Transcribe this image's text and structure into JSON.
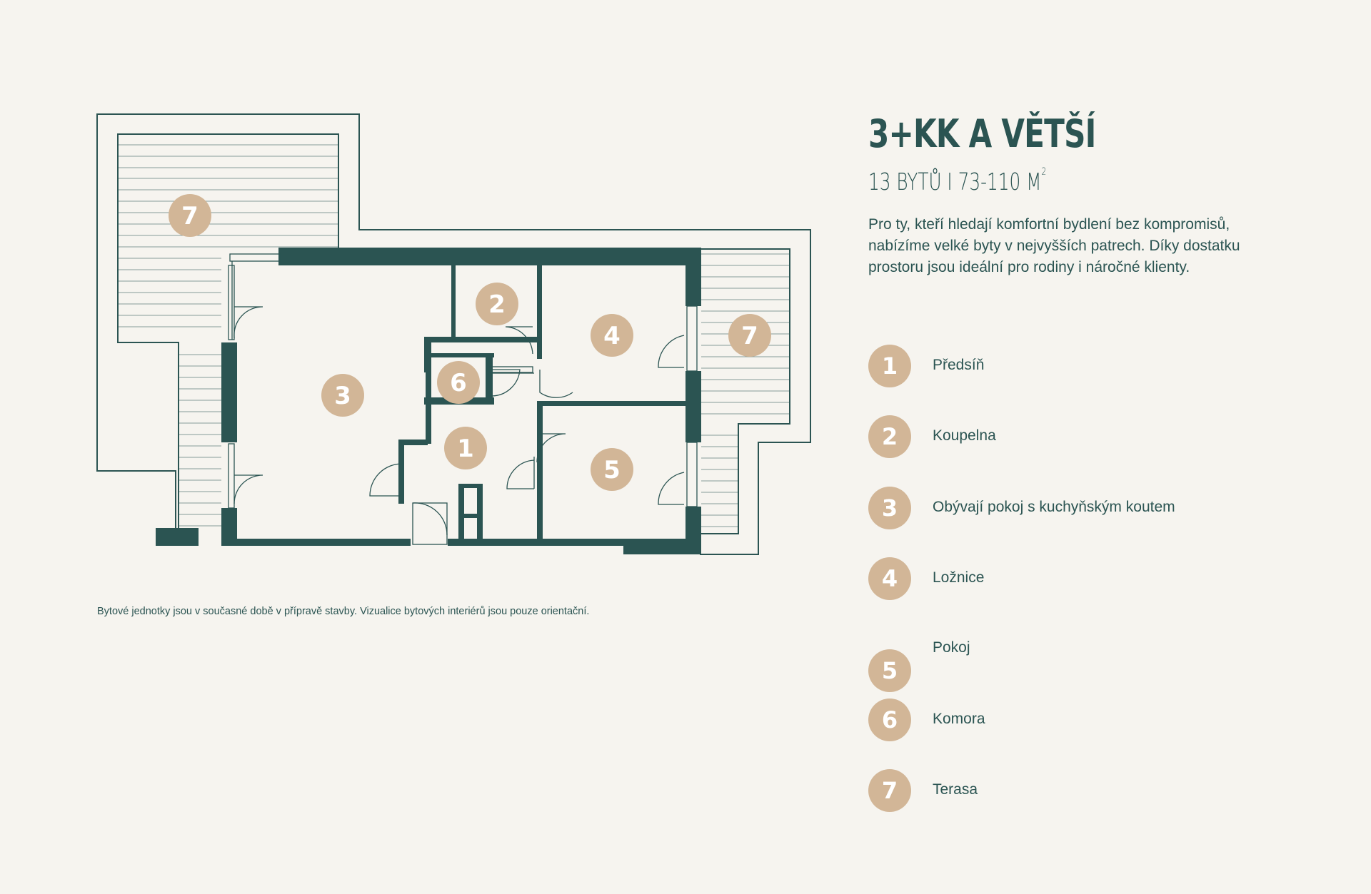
{
  "title": "3+KK A VĚTŠÍ",
  "subtitle": "13 BYTŮ I 73-110 M",
  "subtitle_sup": "2",
  "description": "Pro ty, kteří hledají komfortní bydlení bez kompromisů, nabízíme velké byty v nejvyšších patrech. Díky dostatku prostoru jsou ideální pro rodiny i náročné klienty.",
  "disclaimer": "Bytové jednotky jsou v současné době v přípravě stavby. Vizualice bytových interiérů jsou pouze orientační.",
  "colors": {
    "background": "#f6f4ef",
    "wall": "#2b5452",
    "badge": "#d2b697",
    "text": "#2b5452"
  },
  "plan_badges": [
    "7",
    "3",
    "2",
    "6",
    "4",
    "7",
    "1",
    "5"
  ],
  "legend": [
    {
      "num": "1",
      "label": "Předsíň"
    },
    {
      "num": "2",
      "label": "Koupelna"
    },
    {
      "num": "3",
      "label": "Obývají pokoj s kuchyňským koutem"
    },
    {
      "num": "4",
      "label": "Ložnice"
    },
    {
      "num": "5",
      "label": "Pokoj"
    },
    {
      "num": "6",
      "label": "Komora"
    },
    {
      "num": "7",
      "label": "Terasa"
    }
  ]
}
